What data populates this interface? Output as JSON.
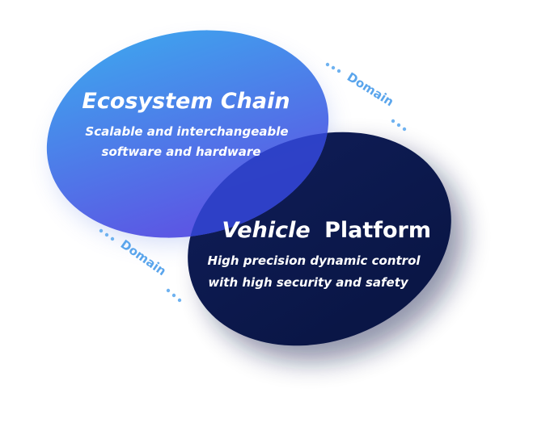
{
  "ecosystem": {
    "title": "Ecosystem Chain",
    "line1": "Scalable and interchangeable",
    "line2": "software and hardware"
  },
  "vehicle": {
    "title_part1": "Vehicle",
    "title_part2": "Platform",
    "line1": "High precision dynamic control",
    "line2": "with high security and safety"
  },
  "connectors": {
    "top_label": "Domain",
    "bottom_label": "Domain"
  },
  "colors": {
    "ecosystem_top": "#42a1ed",
    "ecosystem_bottom": "#5a5ee6",
    "vehicle_fill": "#0d1a4f",
    "overlap_fill": "#283cc0",
    "domain_text": "#5aa5ec"
  }
}
